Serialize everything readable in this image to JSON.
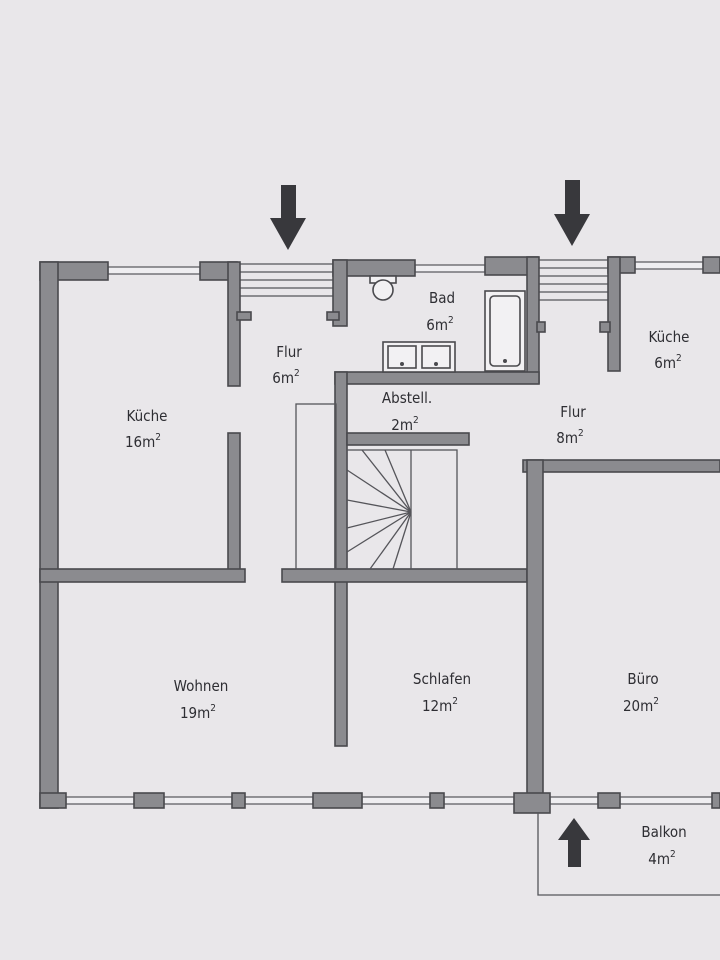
{
  "rooms": [
    {
      "id": "kueche-left",
      "name": "Küche",
      "area": "16m",
      "sup": "2"
    },
    {
      "id": "flur-left",
      "name": "Flur",
      "area": "6m",
      "sup": "2"
    },
    {
      "id": "bad",
      "name": "Bad",
      "area": "6m",
      "sup": "2"
    },
    {
      "id": "abstell",
      "name": "Abstell.",
      "area": "2m",
      "sup": "2"
    },
    {
      "id": "flur-right",
      "name": "Flur",
      "area": "8m",
      "sup": "2"
    },
    {
      "id": "kueche-right",
      "name": "Küche",
      "area": "6m",
      "sup": "2"
    },
    {
      "id": "wohnen",
      "name": "Wohnen",
      "area": "19m",
      "sup": "2"
    },
    {
      "id": "schlafen",
      "name": "Schlafen",
      "area": "12m",
      "sup": "2"
    },
    {
      "id": "buero",
      "name": "Büro",
      "area": "20m",
      "sup": "2"
    },
    {
      "id": "balkon",
      "name": "Balkon",
      "area": "4m",
      "sup": "2"
    }
  ],
  "icons": {
    "entrance_arrows": [
      "down-arrow-icon",
      "down-arrow-icon"
    ],
    "balcony_arrow": "up-arrow-icon"
  }
}
